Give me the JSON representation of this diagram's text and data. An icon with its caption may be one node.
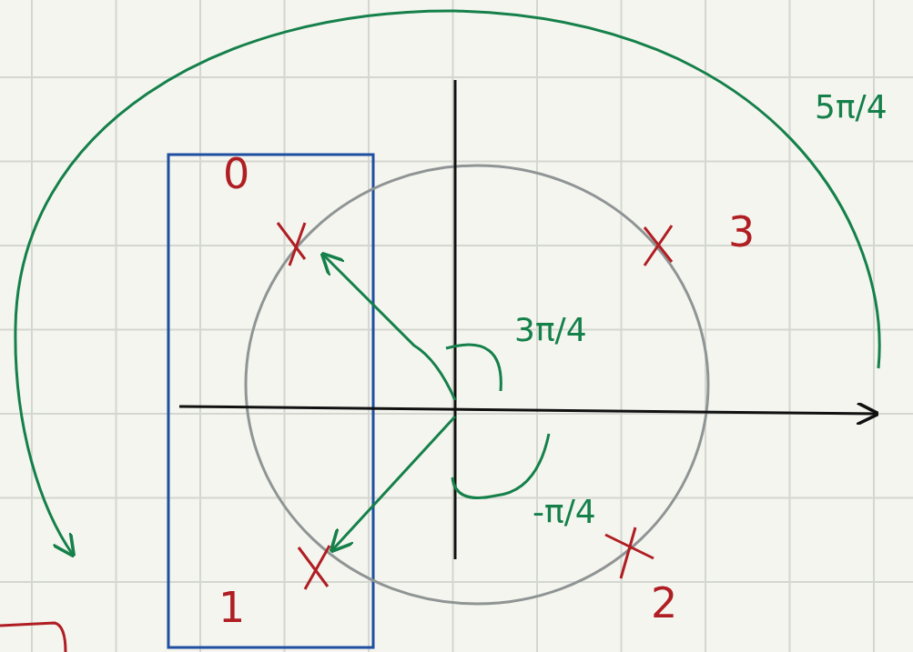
{
  "diagram": {
    "labels": [
      "5π/4",
      "0",
      "3",
      "3π/4",
      "-π/4",
      "1",
      "2"
    ]
  }
}
